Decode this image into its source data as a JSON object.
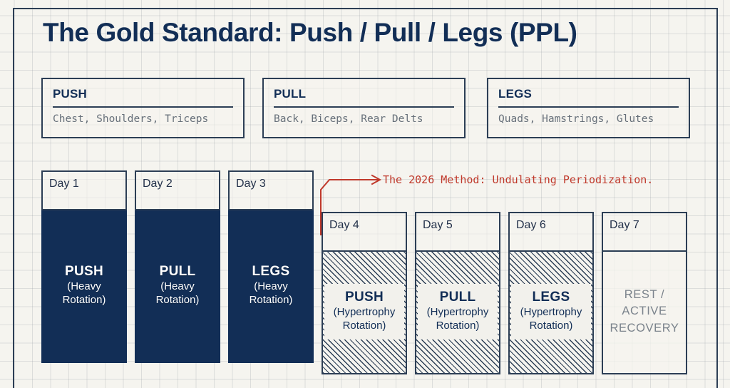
{
  "page": {
    "title": "The Gold Standard: Push / Pull / Legs (PPL)",
    "accent_navy": "#122e56",
    "accent_red": "#c0392b",
    "paper": "#f5f4ef"
  },
  "splits": [
    {
      "name": "PUSH",
      "muscles": "Chest, Shoulders, Triceps"
    },
    {
      "name": "PULL",
      "muscles": "Back, Biceps, Rear Delts"
    },
    {
      "name": "LEGS",
      "muscles": "Quads, Hamstrings, Glutes"
    }
  ],
  "schedule": [
    {
      "day": "Day 1",
      "name": "PUSH",
      "sub_line1": "(Heavy",
      "sub_line2": "Rotation)",
      "style": "heavy"
    },
    {
      "day": "Day 2",
      "name": "PULL",
      "sub_line1": "(Heavy",
      "sub_line2": "Rotation)",
      "style": "heavy"
    },
    {
      "day": "Day 3",
      "name": "LEGS",
      "sub_line1": "(Heavy",
      "sub_line2": "Rotation)",
      "style": "heavy"
    },
    {
      "day": "Day 4",
      "name": "PUSH",
      "sub_line1": "(Hypertrophy",
      "sub_line2": "Rotation)",
      "style": "hypertrophy"
    },
    {
      "day": "Day 5",
      "name": "PULL",
      "sub_line1": "(Hypertrophy",
      "sub_line2": "Rotation)",
      "style": "hypertrophy"
    },
    {
      "day": "Day 6",
      "name": "LEGS",
      "sub_line1": "(Hypertrophy",
      "sub_line2": "Rotation)",
      "style": "hypertrophy"
    },
    {
      "day": "Day 7",
      "rest_line1": "REST /",
      "rest_line2": "ACTIVE",
      "rest_line3": "RECOVERY",
      "style": "rest"
    }
  ],
  "annotation": {
    "text": "The 2026 Method: Undulating Periodization.",
    "color": "#c0392b"
  }
}
